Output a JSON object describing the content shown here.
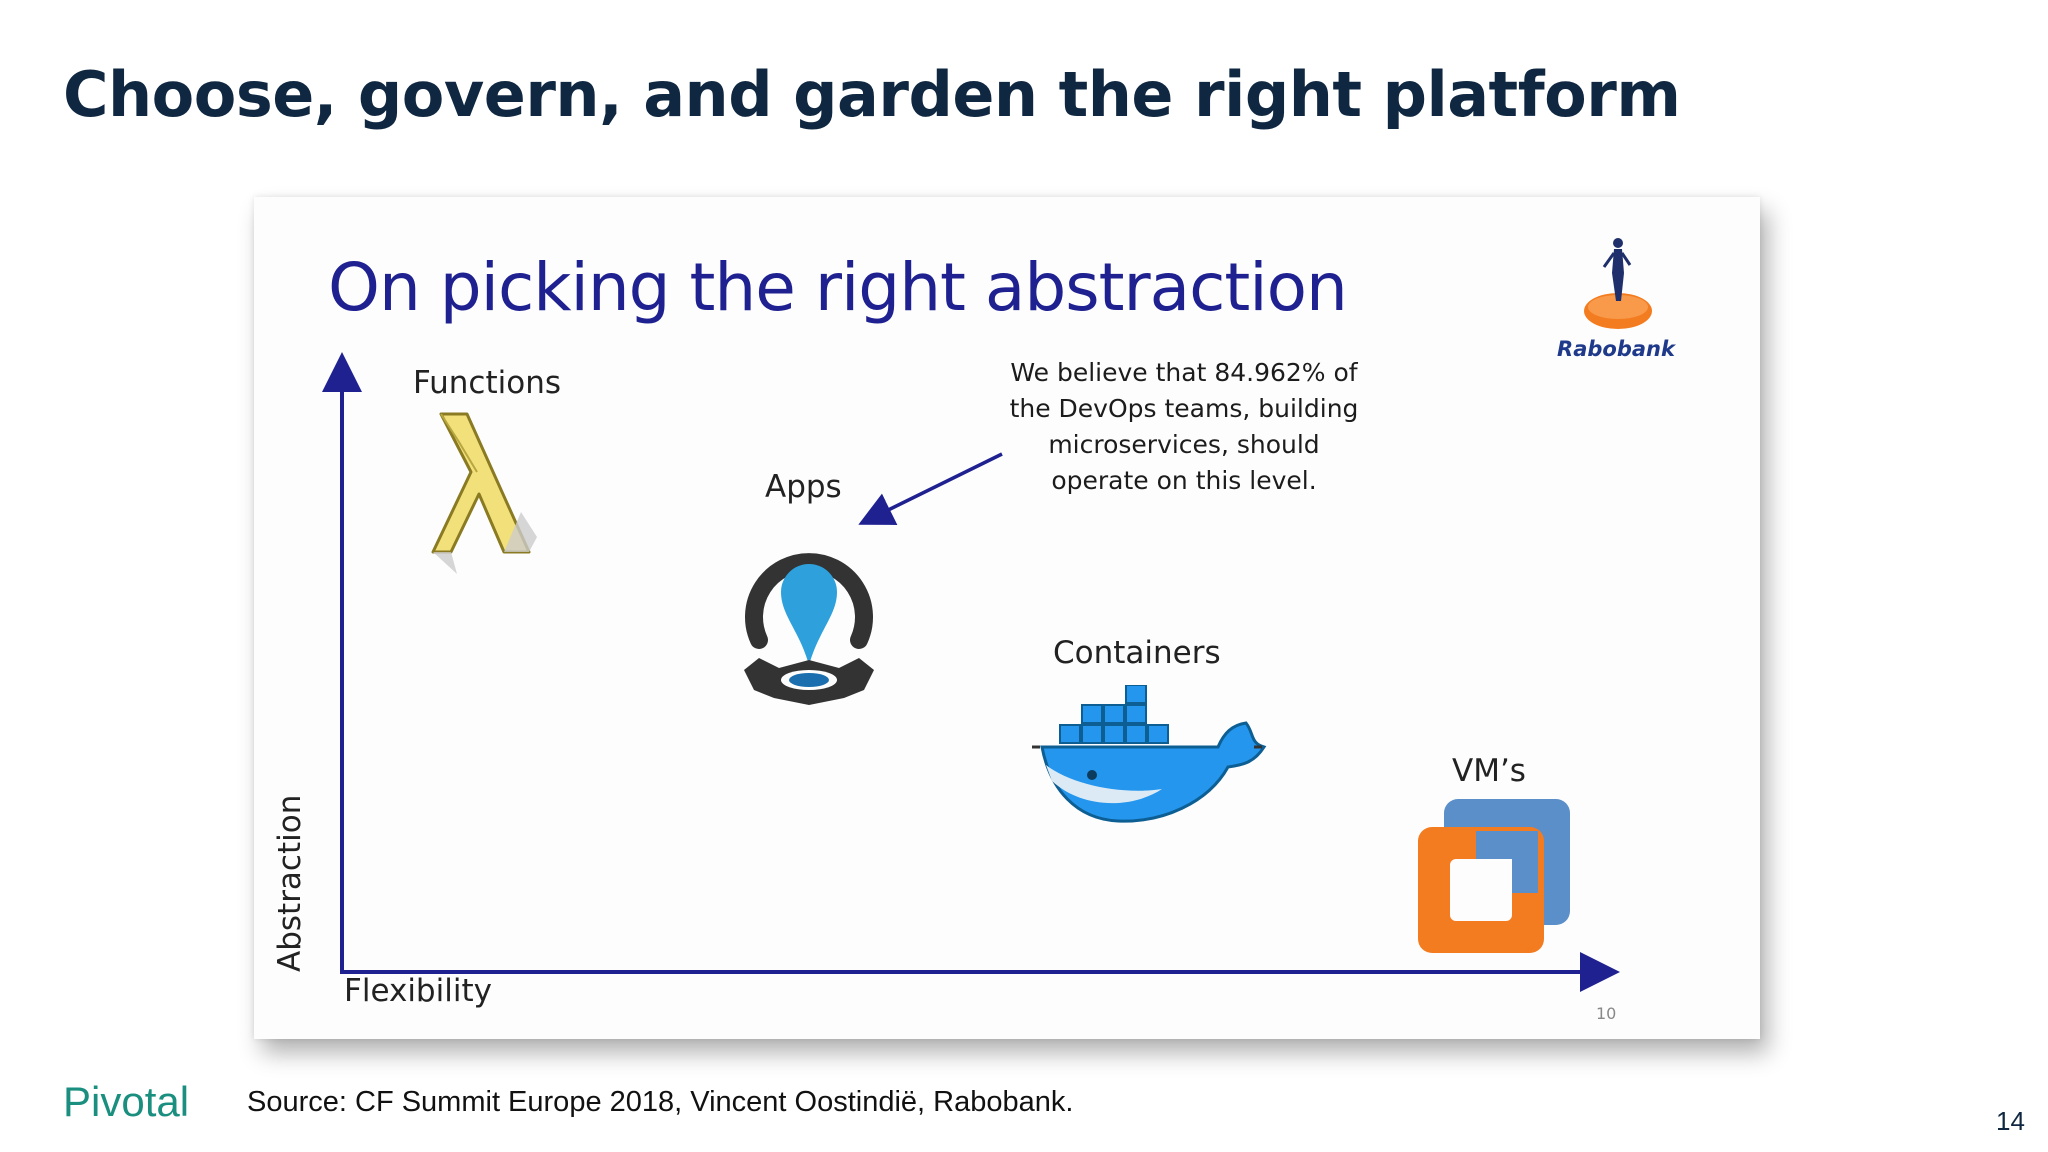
{
  "slide": {
    "title": "Choose, govern, and garden the right platform",
    "page_number": "14"
  },
  "card": {
    "title": "On picking the right abstraction",
    "callout_text": "We believe that 84.962% of\nthe DevOps teams, building\nmicroservices, should\noperate on this level.",
    "axis_y_label": "Abstraction",
    "axis_x_label": "Flexibility",
    "inner_page_number": "10",
    "bank_name": "Rabobank",
    "items": {
      "functions": "Functions",
      "apps": "Apps",
      "containers": "Containers",
      "vms": "VM’s"
    },
    "icons": {
      "functions": "lambda-icon",
      "apps": "cloud-foundry-icon",
      "containers": "docker-whale-icon",
      "vms": "vmware-icon",
      "bank": "rabobank-logo"
    },
    "colors": {
      "axis": "#1f2191",
      "title": "#1f2191"
    }
  },
  "footer": {
    "brand": "Pivotal",
    "source": "Source: CF Summit Europe 2018, Vincent Oostindië, Rabobank."
  },
  "colors": {
    "slide_title": "#0f2740",
    "brand": "#1a8f7f"
  }
}
